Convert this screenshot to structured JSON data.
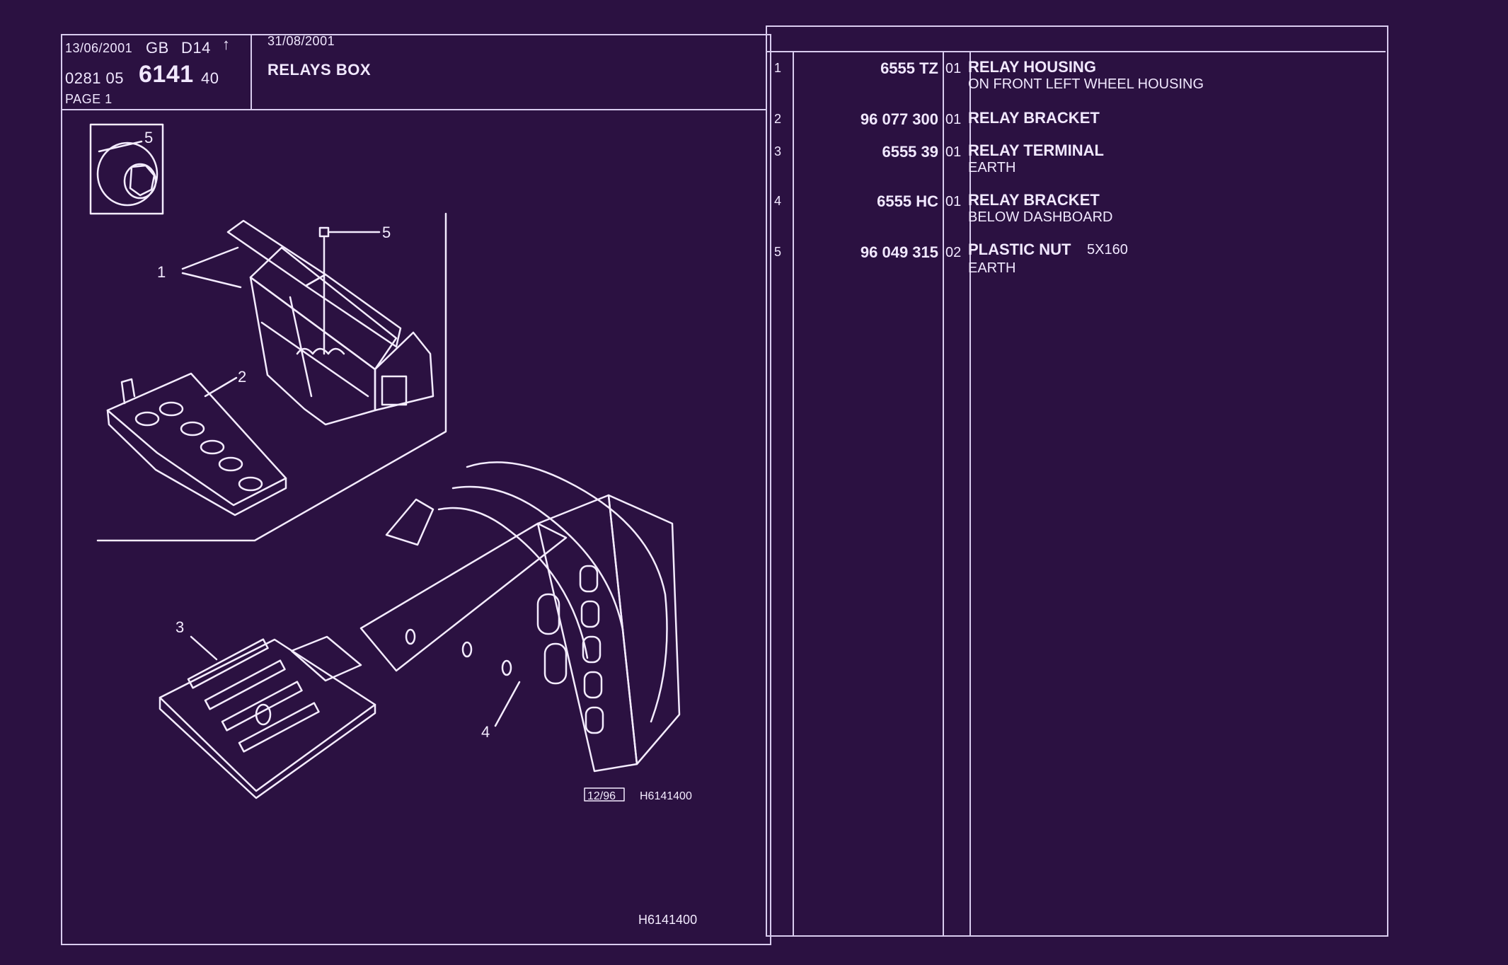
{
  "header": {
    "print_date": "13/06/2001",
    "country": "GB",
    "model": "D14",
    "arrow": "↑",
    "code_prefix": "0281  05",
    "group_number": "6141",
    "code_suffix": "40",
    "page": "PAGE  1",
    "issue_date": "31/08/2001",
    "title": "RELAYS BOX"
  },
  "parts": [
    {
      "row": "1",
      "part_no": "6555 TZ",
      "qty": "01",
      "description": "RELAY HOUSING",
      "extra": "",
      "note": "ON FRONT LEFT WHEEL HOUSING"
    },
    {
      "row": "2",
      "part_no": "96 077 300",
      "qty": "01",
      "description": "RELAY BRACKET",
      "extra": "",
      "note": ""
    },
    {
      "row": "3",
      "part_no": "6555 39",
      "qty": "01",
      "description": "RELAY TERMINAL",
      "extra": "",
      "note": "EARTH"
    },
    {
      "row": "4",
      "part_no": "6555 HC",
      "qty": "01",
      "description": "RELAY BRACKET",
      "extra": "",
      "note": "BELOW DASHBOARD"
    },
    {
      "row": "5",
      "part_no": "96 049 315",
      "qty": "02",
      "description": "PLASTIC NUT",
      "extra": "5X160",
      "note": "EARTH"
    }
  ],
  "illustration": {
    "callouts": [
      "1",
      "2",
      "3",
      "4",
      "5"
    ],
    "inset_label": "5",
    "revision": "12/96",
    "drawing_ref": "H6141400",
    "footer_ref": "H6141400"
  },
  "colors": {
    "background": "#2b1141",
    "ink": "#f1e8ff"
  }
}
